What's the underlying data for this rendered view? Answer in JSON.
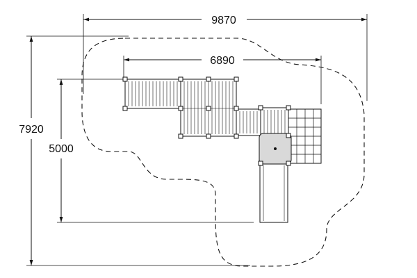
{
  "diagram": {
    "dimensions": {
      "overall_width": "9870",
      "structure_width": "6890",
      "overall_depth": "7920",
      "structure_depth": "5000"
    }
  }
}
